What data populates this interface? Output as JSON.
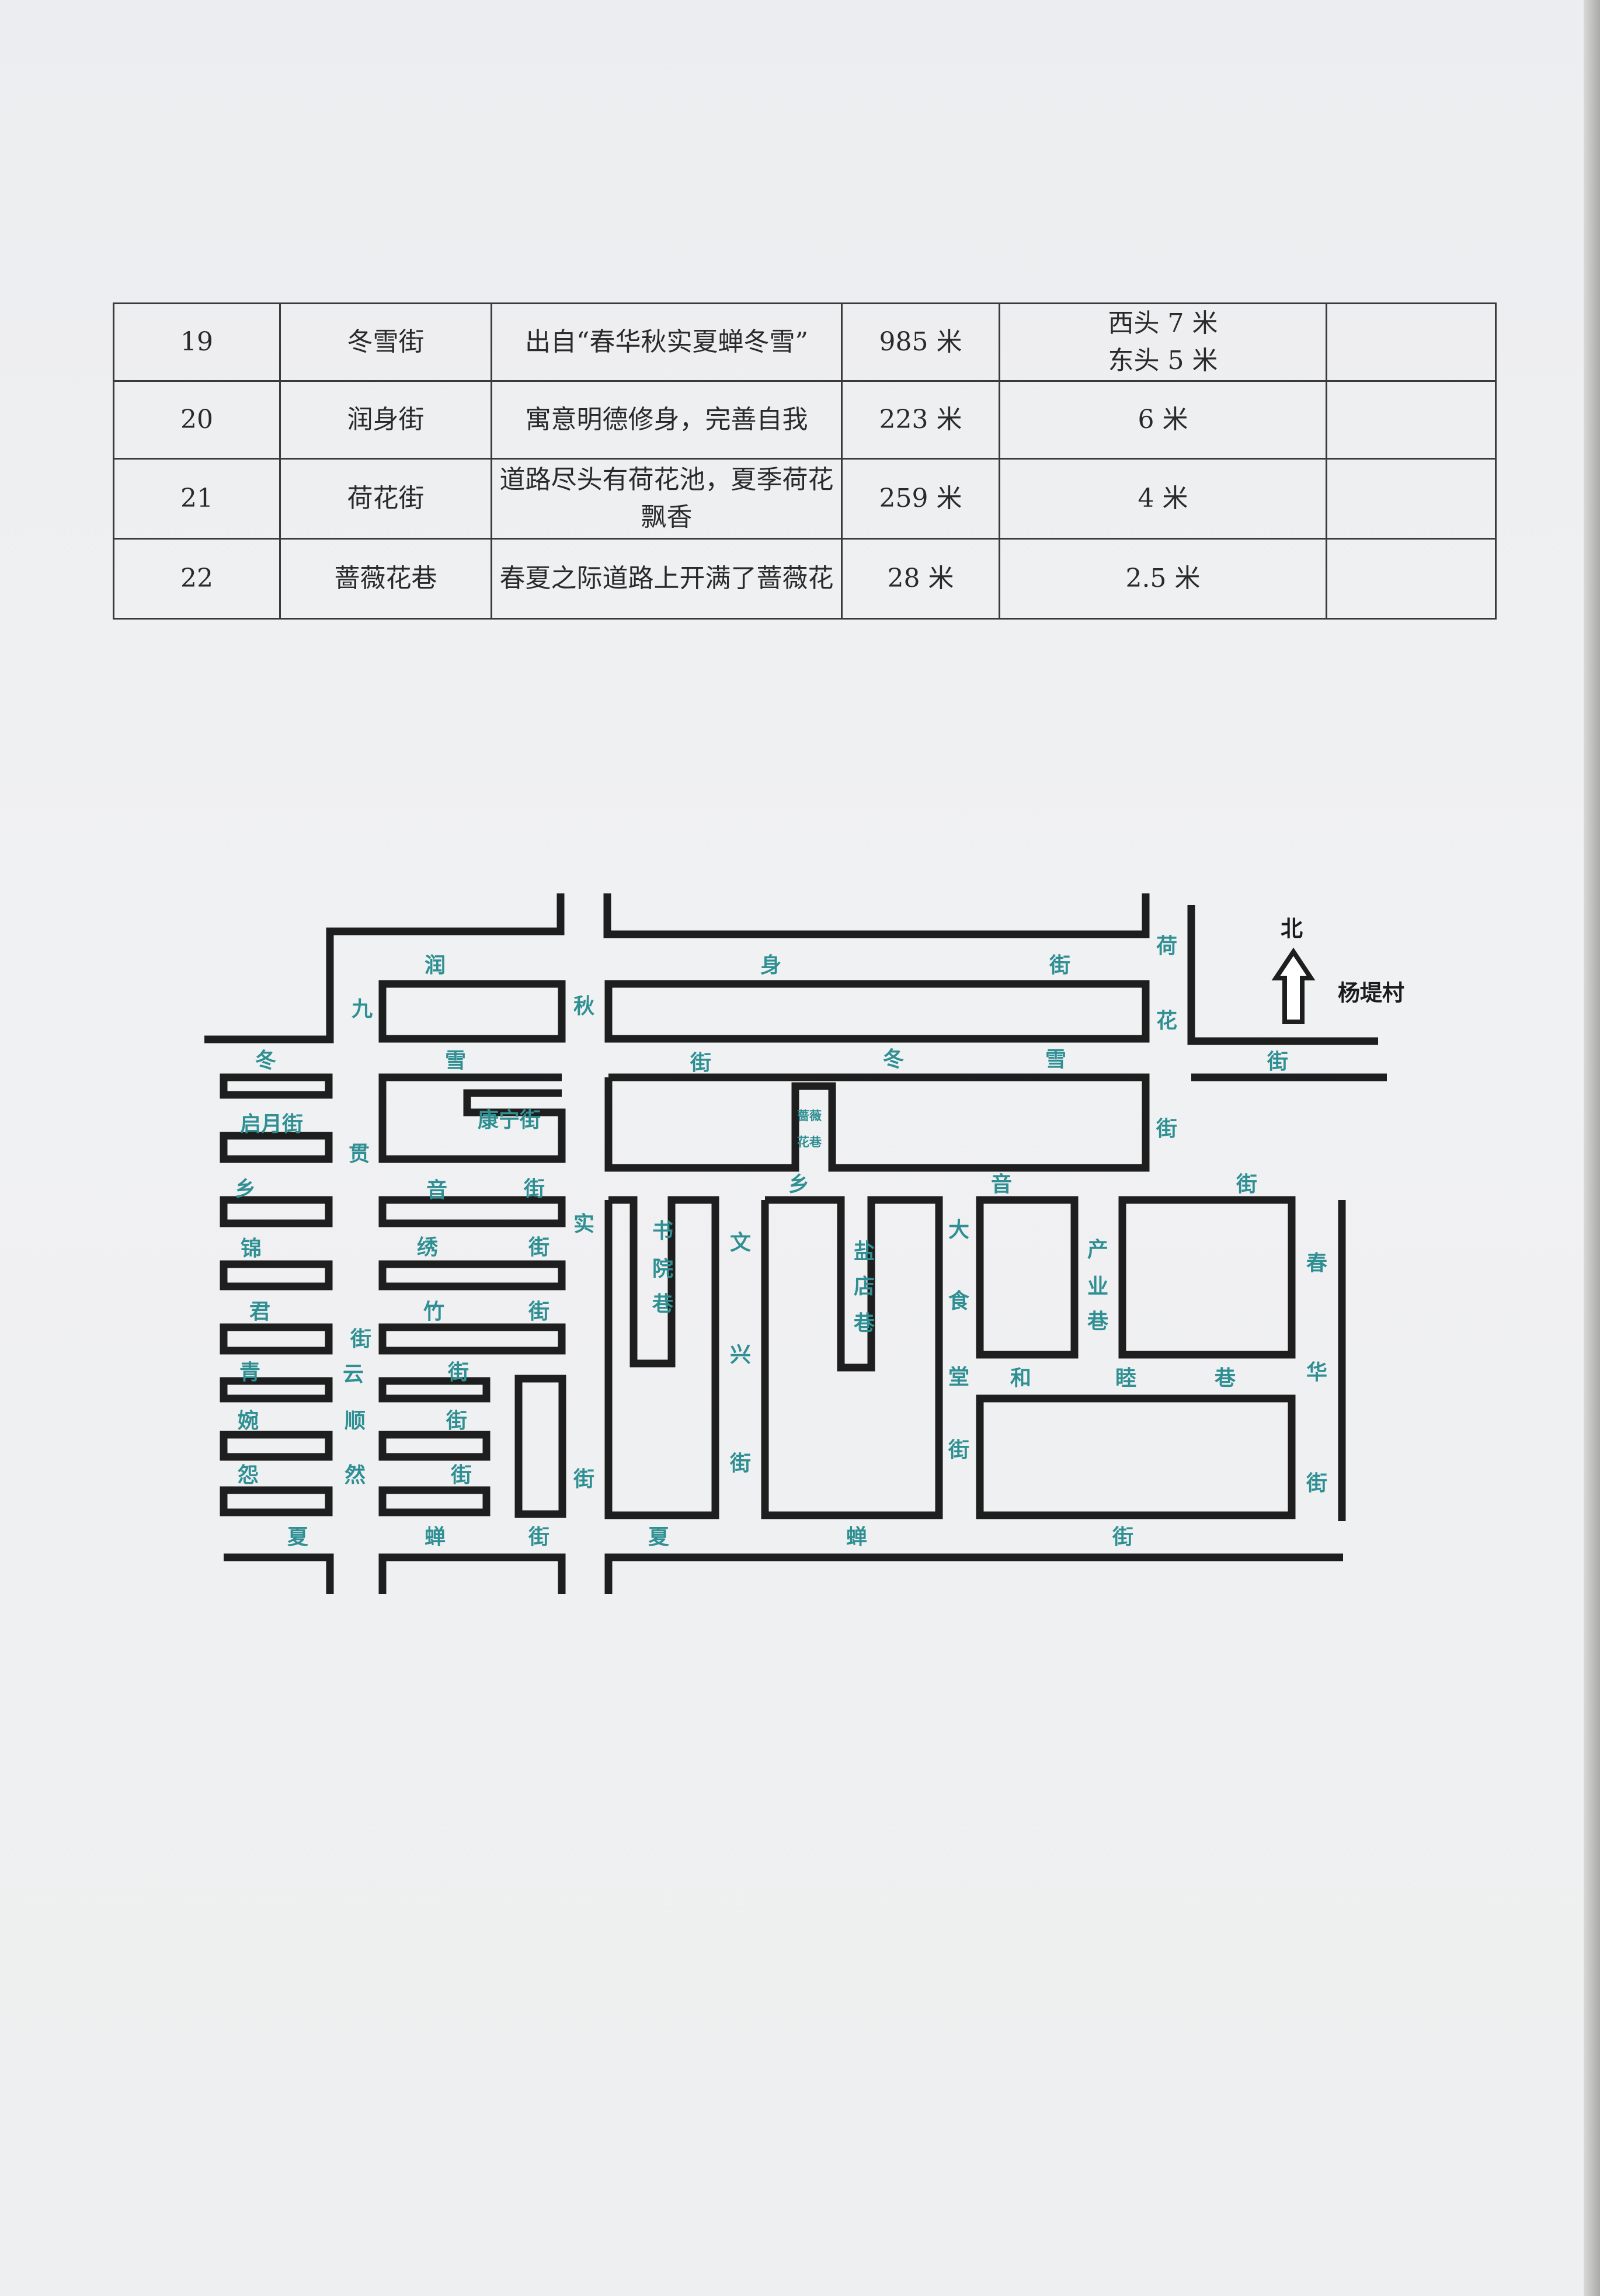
{
  "table": {
    "rows": [
      {
        "no": "19",
        "name": "冬雪街",
        "origin": "出自“春华秋实夏蝉冬雪”",
        "length": "985 米",
        "width": [
          "西头 7 米",
          "东头 5 米"
        ],
        "note": ""
      },
      {
        "no": "20",
        "name": "润身街",
        "origin": "寓意明德修身，完善自我",
        "length": "223 米",
        "width": [
          "6 米"
        ],
        "note": ""
      },
      {
        "no": "21",
        "name": "荷花街",
        "origin": "道路尽头有荷花池，夏季荷花飘香",
        "length": "259 米",
        "width": [
          "4 米"
        ],
        "note": ""
      },
      {
        "no": "22",
        "name": "蔷薇花巷",
        "origin": "春夏之际道路上开满了蔷薇花",
        "length": "28 米",
        "width": [
          "2.5 米"
        ],
        "note": ""
      }
    ]
  },
  "map": {
    "north": "北",
    "village": "杨堤村",
    "labels": {
      "run": "润",
      "shen": "身",
      "jie_a": "街",
      "he": "荷",
      "hua": "花",
      "jiu": "九",
      "qiu": "秋",
      "dong_w": "冬",
      "xue_w": "雪",
      "jie_b": "街",
      "dong_e": "冬",
      "xue_e": "雪",
      "jie_c": "街",
      "qiyue": "启月街",
      "kangning": "康宁街",
      "qiangwei1": "蔷薇",
      "qiangwei2": "花巷",
      "jie_d": "街",
      "xiang_w": "乡",
      "guan": "贯",
      "yin_w": "音",
      "jie_e": "街",
      "xiang_e": "乡",
      "yin_e": "音",
      "jie_f": "街",
      "shi": "实",
      "jin": "锦",
      "xiu": "绣",
      "jie_g": "街",
      "shu": "书",
      "yuan": "院",
      "xiang1": "巷",
      "wen": "文",
      "xing": "兴",
      "jie_h": "街",
      "yan": "盐",
      "dian": "店",
      "xiang2": "巷",
      "da": "大",
      "shi2": "食",
      "tang": "堂",
      "jie_i": "街",
      "chan": "产",
      "ye": "业",
      "xiang3": "巷",
      "chun": "春",
      "hua2": "华",
      "jie_j": "街",
      "jun": "君",
      "zhu": "竹",
      "jie_k": "街",
      "jie_l": "街",
      "yun": "云",
      "qing": "青",
      "jie_m": "街",
      "wan": "婉",
      "shun": "顺",
      "jie_n": "街",
      "he2": "和",
      "mu": "睦",
      "xiang4": "巷",
      "yi": "怨",
      "ran": "然",
      "jie_o": "街",
      "jie_p": "街",
      "xia_w": "夏",
      "chan_w": "蝉",
      "jie_q": "街",
      "xia_e": "夏",
      "chan_e": "蝉",
      "jie_r": "街"
    }
  }
}
